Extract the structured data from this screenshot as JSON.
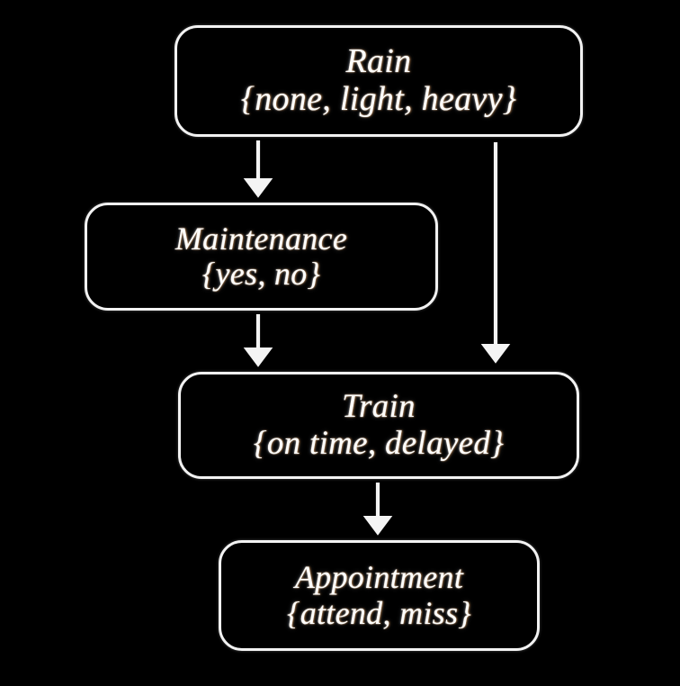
{
  "diagram": {
    "type": "bayesian-network",
    "background_color": "#000000",
    "stroke_color": "#f2f2f2",
    "text_color": "#fdfdfb",
    "nodes": [
      {
        "id": "rain",
        "title": "Rain",
        "states": "{none, light, heavy}"
      },
      {
        "id": "maintenance",
        "title": "Maintenance",
        "states": "{yes, no}"
      },
      {
        "id": "train",
        "title": "Train",
        "states": "{on time, delayed}"
      },
      {
        "id": "appointment",
        "title": "Appointment",
        "states": "{attend, miss}"
      }
    ],
    "edges": [
      {
        "id": "rain-to-maintenance",
        "from": "rain",
        "to": "maintenance"
      },
      {
        "id": "rain-to-train",
        "from": "rain",
        "to": "train"
      },
      {
        "id": "maintenance-to-train",
        "from": "maintenance",
        "to": "train"
      },
      {
        "id": "train-to-appointment",
        "from": "train",
        "to": "appointment"
      }
    ]
  }
}
